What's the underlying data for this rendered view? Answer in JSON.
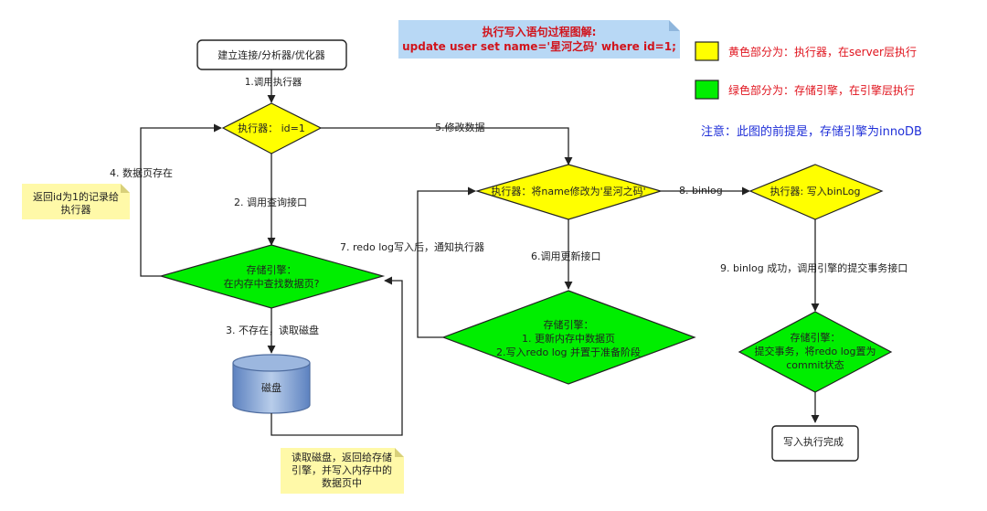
{
  "title_note": {
    "line1": "执行写入语句过程图解:",
    "line2": "update user set name='星河之码' where id=1;"
  },
  "legend": {
    "yellow_label": "黄色部分为：执行器，在server层执行",
    "green_label": "绿色部分为：存储引擎，在引擎层执行",
    "yellow_color": "#ffff00",
    "green_color": "#00ee00"
  },
  "note": "注意：此图的前提是，存储引擎为innoDB",
  "nodes": {
    "start": "建立连接/分析器/优化器",
    "executor_id": "执行器：  id=1",
    "engine_lookup_l1": "存储引擎：",
    "engine_lookup_l2": "在内存中查找数据页?",
    "disk": "磁盘",
    "executor_modify": "执行器：将name修改为'星河之码'",
    "engine_update_l1": "存储引擎：",
    "engine_update_l2": "1. 更新内存中数据页",
    "engine_update_l3": "2.写入redo log 并置于准备阶段",
    "executor_binlog": "执行器: 写入binLog",
    "engine_commit_l1": "存储引擎：",
    "engine_commit_l2": "提交事务，将redo log置为",
    "engine_commit_l3": "commit状态",
    "end": "写入执行完成"
  },
  "edges": {
    "e1": "1.调用执行器",
    "e2": "2. 调用查询接口",
    "e3": "3. 不存在，读取磁盘",
    "e4": "4. 数据页存在",
    "e5": "5.修改数据",
    "e6": "6.调用更新接口",
    "e7": "7. redo log写入后，通知执行器",
    "e8": "8. binlog",
    "e9": "9. binlog 成功，调用引擎的提交事务接口"
  },
  "sticky": {
    "return_l1": "返回id为1的记录给",
    "return_l2": "执行器",
    "read_l1": "读取磁盘，返回给存储",
    "read_l2": "引擎，并写入内存中的",
    "read_l3": "数据页中"
  }
}
